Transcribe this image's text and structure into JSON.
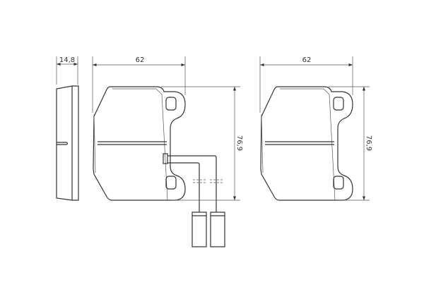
{
  "dimensions": {
    "thickness": "14,8",
    "width_left": "62",
    "height_left": "76,9",
    "width_right": "62",
    "height_right": "76,9"
  },
  "colors": {
    "line": "#333333",
    "background": "#ffffff"
  }
}
